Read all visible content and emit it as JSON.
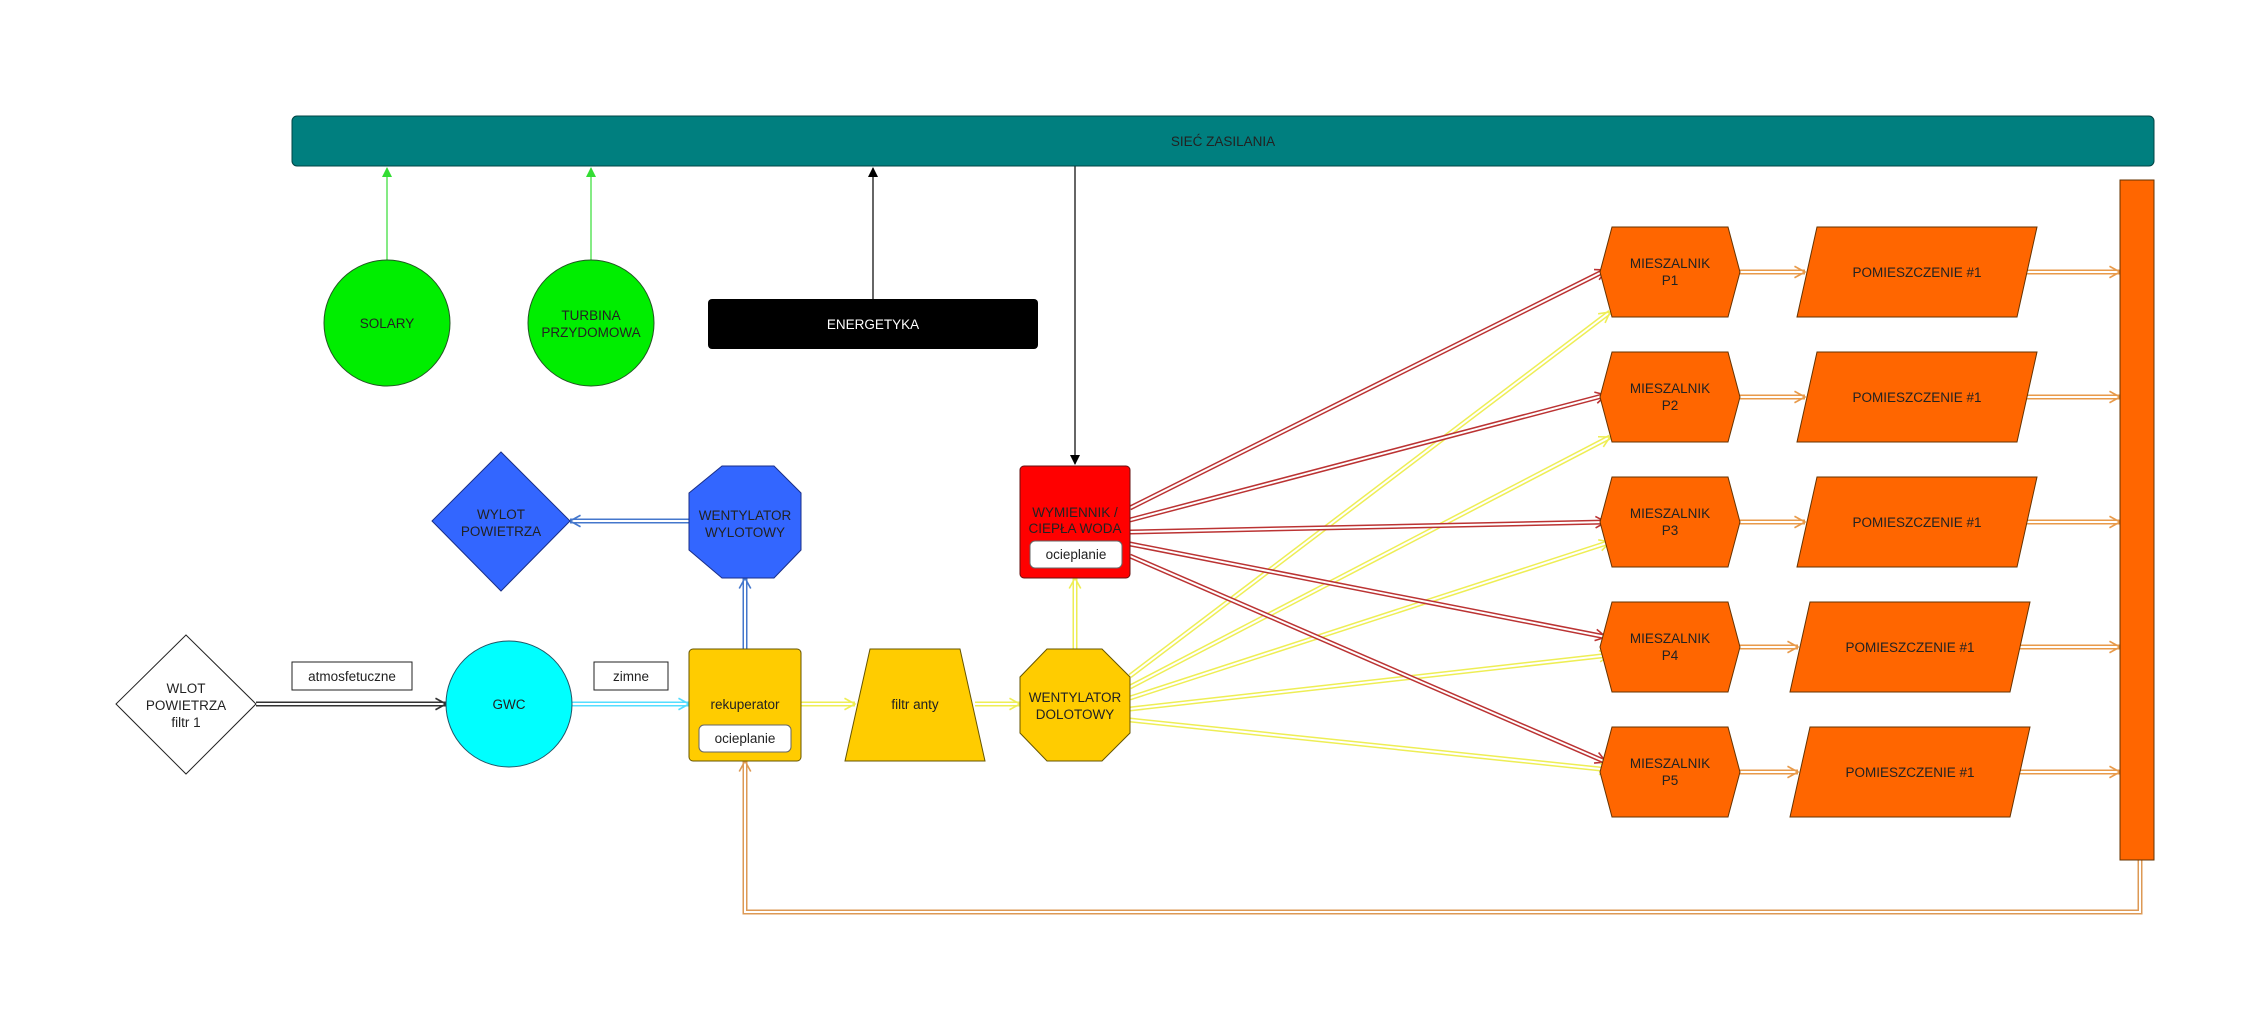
{
  "nodes": {
    "power_grid": {
      "label": "SIEĆ ZASILANIA",
      "color": "#007f7f"
    },
    "solar": {
      "label": "SOLARY",
      "color": "#00ee00"
    },
    "turbine": {
      "line1": "TURBINA",
      "line2": "PRZYDOMOWA",
      "color": "#00ee00"
    },
    "energy": {
      "label": "ENERGETYKA",
      "color": "#000000"
    },
    "air_outlet": {
      "line1": "WYLOT",
      "line2": "POWIETRZA",
      "color": "#3366ff"
    },
    "exhaust_fan": {
      "line1": "WENTYLATOR",
      "line2": "WYLOTOWY",
      "color": "#3366ff"
    },
    "heat_exchanger": {
      "line1": "WYMIENNIK /",
      "line2": "CIEPŁA WODA",
      "sub": "ocieplanie",
      "color": "#ff0000"
    },
    "air_inlet": {
      "line1": "WLOT",
      "line2": "POWIETRZA",
      "line3": "filtr 1"
    },
    "gwc": {
      "label": "GWC",
      "color": "#00ffff"
    },
    "recuperator": {
      "label": "rekuperator",
      "sub": "ocieplanie",
      "color": "#ffcc00"
    },
    "filter": {
      "label": "filtr anty",
      "color": "#ffcc00"
    },
    "supply_fan": {
      "line1": "WENTYLATOR",
      "line2": "DOLOTOWY",
      "color": "#ffcc00"
    },
    "collector": {
      "color": "#ff6600"
    }
  },
  "edge_labels": {
    "atmospheric": "atmosfetuczne",
    "cold": "zimne"
  },
  "mixers": [
    {
      "line1": "MIESZALNIK",
      "line2": "P1",
      "room": "POMIESZCZENIE #1"
    },
    {
      "line1": "MIESZALNIK",
      "line2": "P2",
      "room": "POMIESZCZENIE #1"
    },
    {
      "line1": "MIESZALNIK",
      "line2": "P3",
      "room": "POMIESZCZENIE #1"
    },
    {
      "line1": "MIESZALNIK",
      "line2": "P4",
      "room": "POMIESZCZENIE #1"
    },
    {
      "line1": "MIESZALNIK",
      "line2": "P5",
      "room": "POMIESZCZENIE #1"
    }
  ],
  "colors": {
    "orange": "#ff6600",
    "yellow_flow": "#eeee55",
    "red_flow": "#bb3333",
    "green_flow": "#33dd33",
    "blue_flow": "#4477cc",
    "cyan_flow": "#55ddff"
  }
}
